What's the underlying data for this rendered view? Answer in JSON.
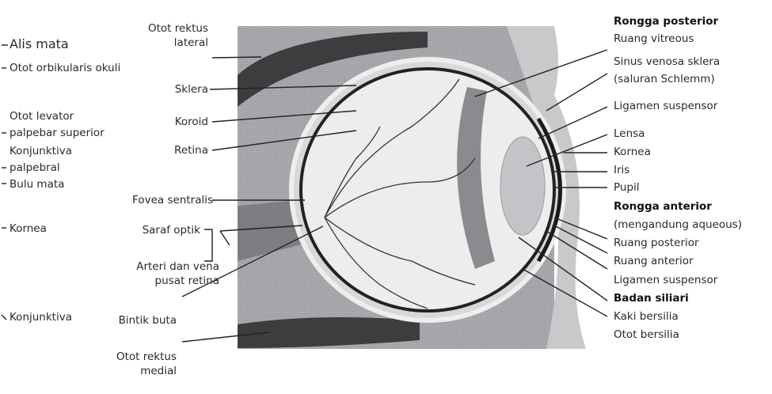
{
  "far_left_labels": [
    "Alis mata",
    "Otot orbikularis okuli",
    "Otot levator",
    "palpebar superior",
    "Konjunktiva",
    "palpebral",
    "Bulu mata",
    "Kornea",
    "Konjunktiva"
  ],
  "left_labels": {
    "otot_rektus_lateral": [
      "Otot rektus",
      "lateral"
    ],
    "sklera": "Sklera",
    "koroid": "Koroid",
    "retina": "Retina",
    "fovea": "Fovea sentralis",
    "saraf_optik": "Saraf optik",
    "arteri": [
      "Arteri dan vena",
      "pusat retina"
    ],
    "bintik_buta": "Bintik buta",
    "otot_rektus_medial": [
      "Otot rektus",
      "medial"
    ]
  },
  "right_labels": {
    "rongga_posterior": "Rongga posterior",
    "ruang_vitreous": "Ruang vitreous",
    "sinus": [
      "Sinus venosa sklera",
      "(saluran Schlemm)"
    ],
    "ligamen1": "Ligamen suspensor",
    "lensa": "Lensa",
    "kornea": "Kornea",
    "iris": "Iris",
    "pupil": "Pupil",
    "rongga_anterior": "Rongga anterior",
    "mengandung": "(mengandung aqueous)",
    "ruang_posterior": "Ruang posterior",
    "ruang_anterior": "Ruang anterior",
    "ligamen2": "Ligamen suspensor",
    "badan_siliari": "Badan siliari",
    "kaki_bersilia": "Kaki bersilia",
    "otot_bersilia": "Otot bersilia"
  }
}
